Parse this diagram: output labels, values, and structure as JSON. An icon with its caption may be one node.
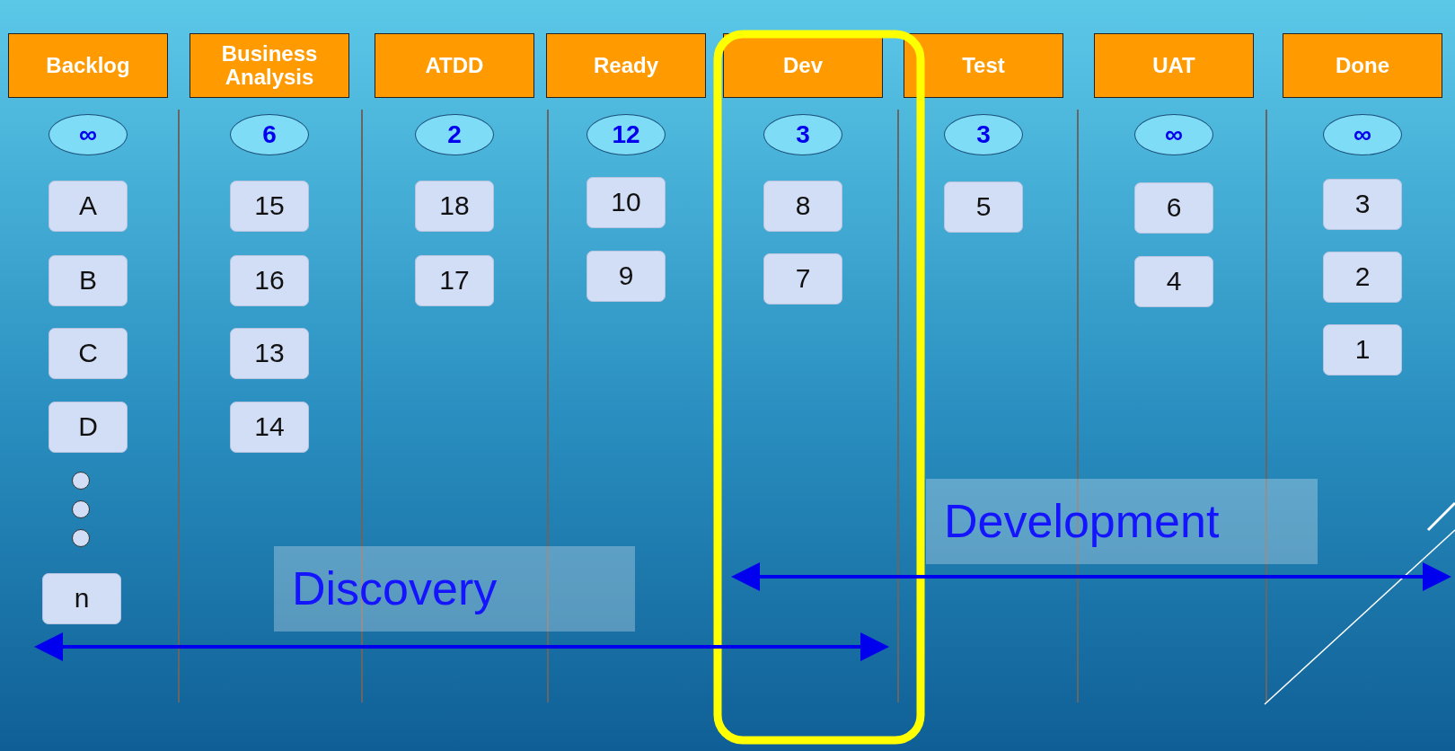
{
  "diagram": {
    "nodes": [
      {
        "text": [
          "Backlog"
        ]
      },
      {
        "text": [
          "Business Analysis"
        ]
      },
      {
        "text": [
          "ATDD"
        ]
      },
      {
        "text": [
          "Ready"
        ]
      },
      {
        "text": [
          "Dev"
        ]
      },
      {
        "text": [
          "Test"
        ]
      },
      {
        "text": [
          "UAT"
        ]
      },
      {
        "text": [
          "Done"
        ]
      },
      {
        "text": [
          "∞"
        ]
      },
      {
        "text": [
          "6"
        ]
      },
      {
        "text": [
          "2"
        ]
      },
      {
        "text": [
          "12"
        ]
      },
      {
        "text": [
          "3"
        ]
      },
      {
        "text": [
          "3"
        ]
      },
      {
        "text": [
          "∞"
        ]
      },
      {
        "text": [
          "∞"
        ]
      },
      {
        "text": [
          "A"
        ]
      },
      {
        "text": [
          "15"
        ]
      },
      {
        "text": [
          "18"
        ]
      },
      {
        "text": [
          "10"
        ]
      },
      {
        "text": [
          "8"
        ]
      },
      {
        "text": [
          "5"
        ]
      },
      {
        "text": [
          "6"
        ]
      },
      {
        "text": [
          "3"
        ]
      },
      {
        "text": [
          "B"
        ]
      },
      {
        "text": [
          "16"
        ]
      },
      {
        "text": [
          "17"
        ]
      },
      {
        "text": [
          "9"
        ]
      },
      {
        "text": [
          "7"
        ]
      },
      {
        "text": [
          "4"
        ]
      },
      {
        "text": [
          "2"
        ]
      },
      {
        "text": [
          "C"
        ]
      },
      {
        "text": [
          "13"
        ]
      },
      {
        "text": [
          "1"
        ]
      },
      {
        "text": [
          "D"
        ]
      },
      {
        "text": [
          "14"
        ]
      },
      {
        "text": [],
        "shape": "circle"
      },
      {
        "text": [],
        "shape": "circle"
      },
      {
        "text": [],
        "shape": "circle"
      },
      {
        "text": [
          "Development"
        ]
      },
      {
        "text": [
          "n"
        ]
      },
      {
        "text": [
          "Discovery"
        ]
      }
    ]
  }
}
